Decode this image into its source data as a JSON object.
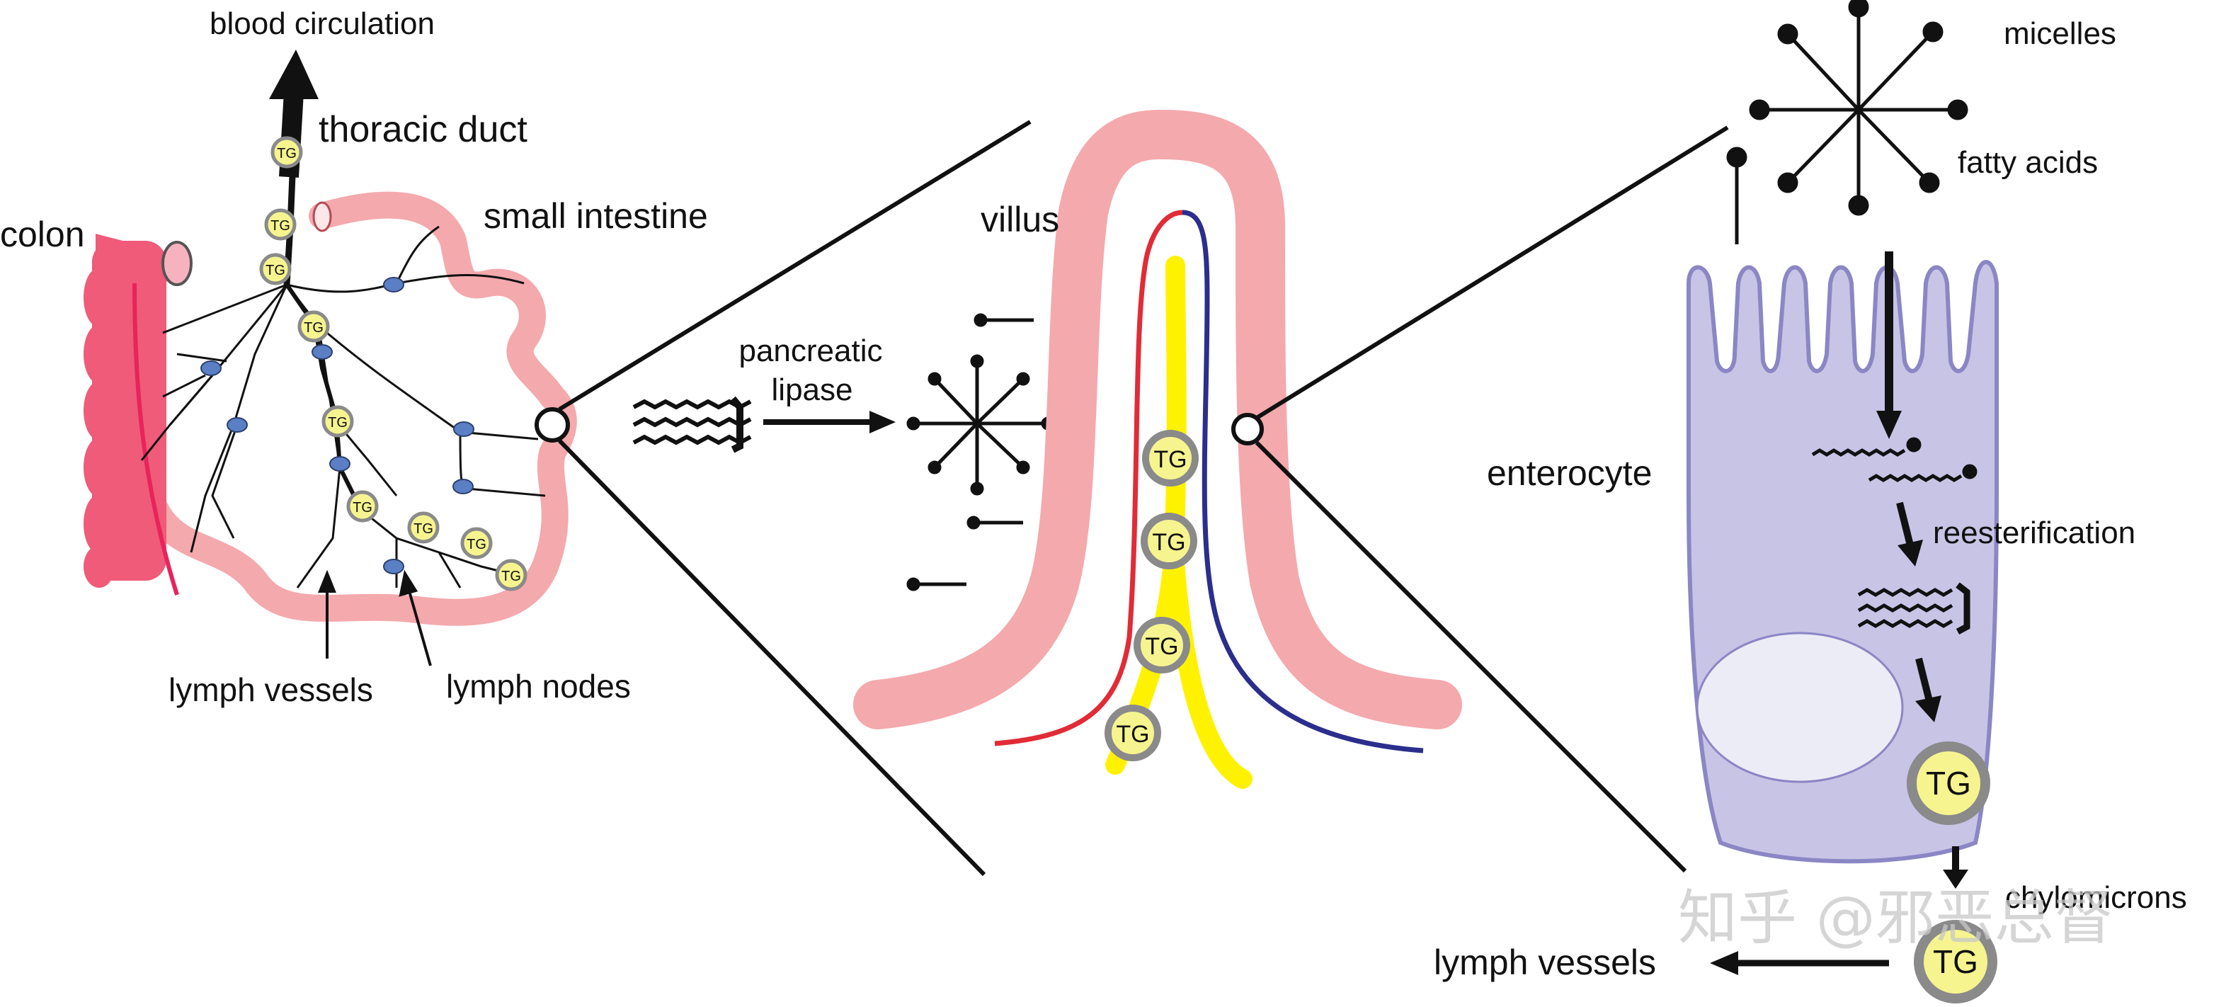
{
  "labels": {
    "blood_circulation": "blood circulation",
    "thoracic_duct": "thoracic duct",
    "colon": "colon",
    "small_intestine": "small intestine",
    "lymph_vessels_left": "lymph vessels",
    "lymph_nodes": "lymph nodes",
    "villus": "villus",
    "pancreatic": "pancreatic",
    "lipase": "lipase",
    "micelles": "micelles",
    "fatty_acids": "fatty acids",
    "enterocyte": "enterocyte",
    "reesterification": "reesterification",
    "chylomicrons": "chylomicrons",
    "lymph_vessels_right": "lymph vessels",
    "tg": "TG",
    "watermark": "知乎 @邪恶总督"
  },
  "colors": {
    "intestine_pink": "#f4a9ad",
    "colon_red": "#ef5b78",
    "colon_line": "#e8245a",
    "tg_fill": "#f6f48f",
    "tg_ring": "#8a8a8a",
    "lymph_node_blue": "#5b7fc4",
    "blood_red": "#e12b36",
    "blood_blue": "#2b2e8c",
    "lacteal_yellow": "#fff200",
    "enterocyte_fill": "#c8c4e6",
    "enterocyte_stroke": "#8b86c4",
    "nucleus_fill": "#ececf6"
  }
}
